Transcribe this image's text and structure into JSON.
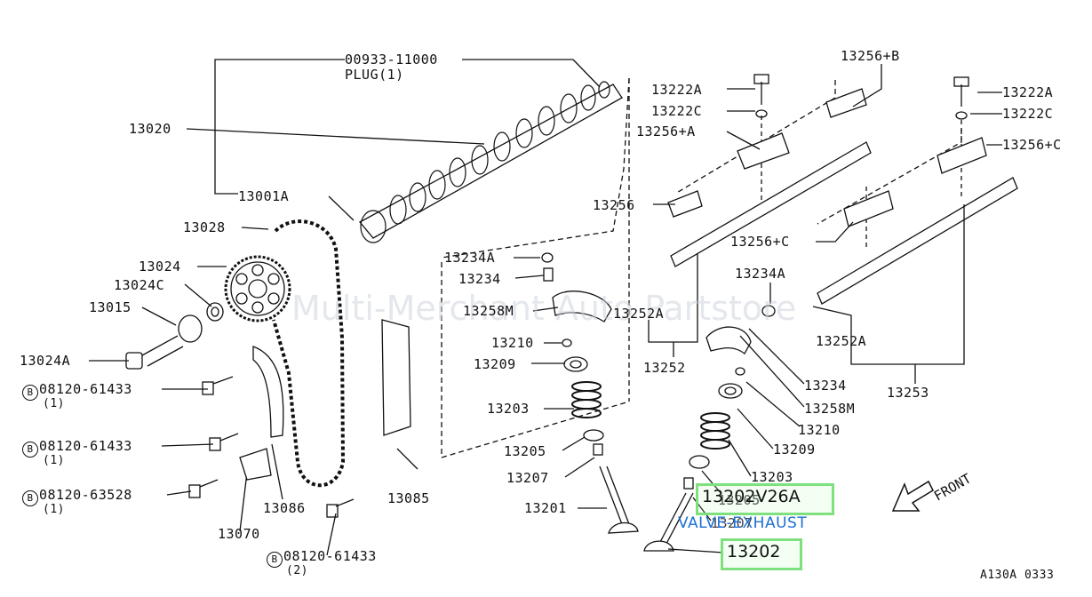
{
  "labels": {
    "plug_no": "00933-11000",
    "plug_name": "PLUG(1)",
    "camshaft": "13020",
    "p13001a": "13001A",
    "p13028": "13028",
    "p13024": "13024",
    "p13024c": "13024C",
    "p13015": "13015",
    "p13024a": "13024A",
    "bolt1": "08120-61433",
    "bolt1_qty": "(1)",
    "bolt2": "08120-61433",
    "bolt2_qty": "(1)",
    "bolt3": "08120-63528",
    "bolt3_qty": "(1)",
    "bolt4": "08120-61433",
    "bolt4_qty": "(2)",
    "p13086": "13086",
    "p13070": "13070",
    "p13085": "13085",
    "p13234a_l": "13234A",
    "p13234_l": "13234",
    "p13258m_l": "13258M",
    "p13252a_l": "13252A",
    "p13210_l": "13210",
    "p13209_l": "13209",
    "p13252": "13252",
    "p13203_l": "13203",
    "p13205": "13205",
    "p13207": "13207",
    "p13201": "13201",
    "p13256_l": "13256",
    "p13222a_m": "13222A",
    "p13222c_m": "13222C",
    "p13256a": "13256+A",
    "p13256b": "13256+B",
    "p13222a_r": "13222A",
    "p13222c_r": "13222C",
    "p13256c_r": "13256+C",
    "p13256c_m": "13256+C",
    "p13234a_r": "13234A",
    "p13252a_r": "13252A",
    "p13253": "13253",
    "p13234_r": "13234",
    "p13258m_r": "13258M",
    "p13210_r": "13210",
    "p13209_r": "13209",
    "p13203_r": "13203",
    "p13205_r": "13205",
    "p13207_r": "13207",
    "hl1": "13202V26A",
    "valve_exhaust": "VALVE-EXHAUST",
    "hl2": "13202",
    "front": "FRONT",
    "code": "A130A 0333",
    "circle_b": "B"
  },
  "watermark": "Multi-Merchant Auto Partstore",
  "colors": {
    "highlight": "#7fe07f",
    "blue": "#1c6fd6"
  }
}
